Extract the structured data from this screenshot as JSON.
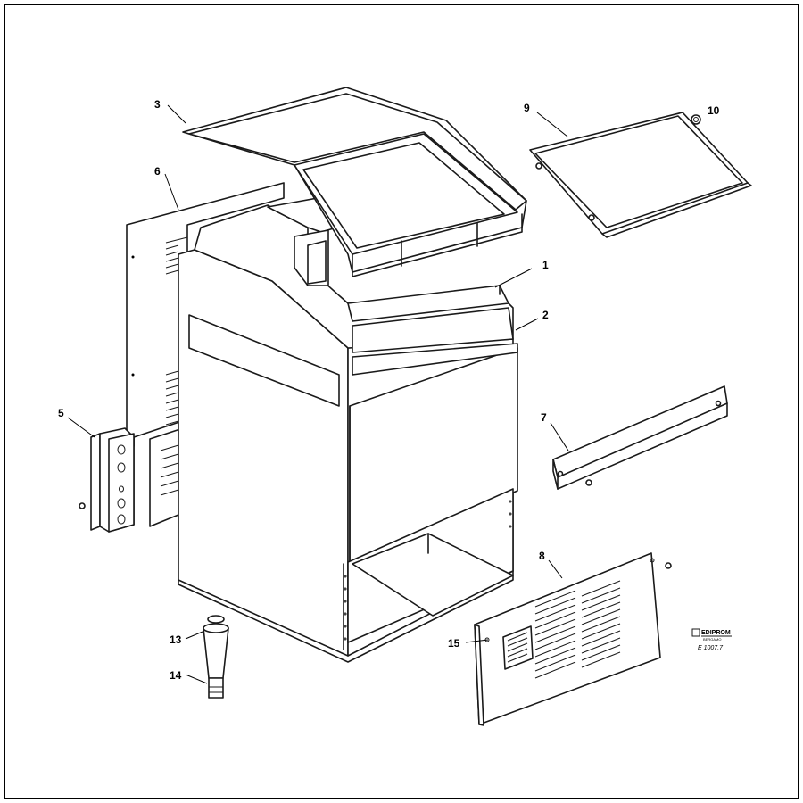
{
  "diagram": {
    "callouts": [
      {
        "id": "1",
        "text": "1"
      },
      {
        "id": "2",
        "text": "2"
      },
      {
        "id": "3",
        "text": "3"
      },
      {
        "id": "5",
        "text": "5"
      },
      {
        "id": "6",
        "text": "6"
      },
      {
        "id": "7",
        "text": "7"
      },
      {
        "id": "8",
        "text": "8"
      },
      {
        "id": "9",
        "text": "9"
      },
      {
        "id": "10",
        "text": "10"
      },
      {
        "id": "13",
        "text": "13"
      },
      {
        "id": "14",
        "text": "14"
      },
      {
        "id": "15",
        "text": "15"
      }
    ],
    "publisher_mark": "EDIPROM",
    "publisher_sub": "BERGAMO",
    "drawing_code": "E 1007.7"
  }
}
